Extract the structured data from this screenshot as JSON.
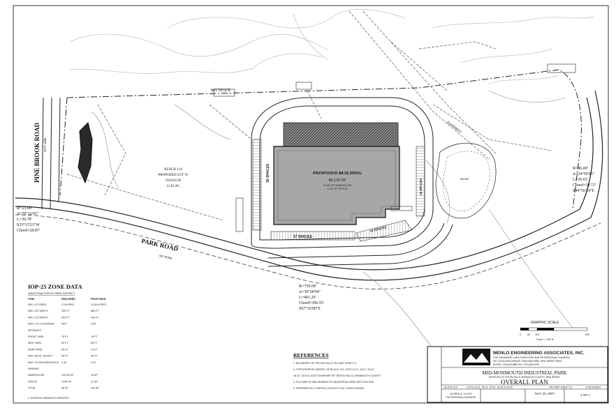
{
  "site": {
    "pine_brook_road": "PINE BROOK ROAD",
    "pine_brook_row": "33 ft. wide",
    "park_road": "PARK ROAD",
    "park_road_row": "60' ROW",
    "north_bearing": "N01°20'13\"E",
    "block_lot": "BLOCK 114",
    "proposed_lot": "PROPOSED LOT 'A'",
    "lot_area_sf": "559,016 SF",
    "lot_area_ac": "12.83 AC",
    "building_title": "PROPOSED BUILDING",
    "building_area": "80,150 SF",
    "building_sub1": "75,000 SF WAREHOUSE",
    "building_sub2": "5,150 SF OFFICE",
    "spaces_top": "39 SPACES",
    "spaces_bottom": "37 SPACES",
    "spaces_right": "15 SPACES",
    "spaces_diag": "18 SPACES",
    "basin_label": "BASIN",
    "easement_label": "EASEMENT"
  },
  "curve_left": {
    "r": "R=23.00'",
    "d": "Δ=70°32'43\"",
    "l": "L=30.78'",
    "bearing": "S33°13'23\"W",
    "chord": "Chord=28.87'"
  },
  "curve_right": {
    "r": "R=96.00'",
    "d": "Δ=24°50'45\"",
    "l": "L=39.63'",
    "chord": "Chord=38.72'",
    "bearing": "S44°56'24\"E"
  },
  "curve_bottom": {
    "r": "R=750.00'",
    "d": "Δ=30°28'04\"",
    "l": "L=401.20'",
    "chord": "Chord=396.55'",
    "bearing": "S67°16'00\"E"
  },
  "zone_table": {
    "title": "IOP-25 ZONE DATA",
    "subtitle": "INDUSTRIAL/OFFICE PARK DISTRICT",
    "headers": [
      "ITEM",
      "REQUIRED",
      "PROPOSED"
    ],
    "rows": [
      [
        "MIN. LOT AREA",
        "2.5 ACRES",
        "12.83 ACRES"
      ],
      [
        "MIN. LOT WIDTH",
        "250 FT",
        "680 FT"
      ],
      [
        "MIN. LOT DEPTH",
        "300 FT",
        "430 FT"
      ],
      [
        "MAX. LOT COVERAGE",
        "40%",
        "14%"
      ],
      [
        "SETBACKS",
        "",
        ""
      ],
      [
        "FRONT YARD",
        "75 FT",
        "76 FT"
      ],
      [
        "SIDE YARD",
        "50 FT",
        "60 FT"
      ],
      [
        "REAR YARD",
        "50 FT",
        "73 FT"
      ],
      [
        "MAX. BLDG. HEIGHT",
        "50 FT",
        "40 FT"
      ],
      [
        "MAX. FLOOR AREA RATIO",
        "0.40",
        "0.14"
      ],
      [
        "PARKING",
        "",
        ""
      ],
      [
        "WAREHOUSE",
        "1/5,000 SF",
        "15 SP"
      ],
      [
        "OFFICE",
        "1/250 SF",
        "21 SP"
      ],
      [
        "TOTAL",
        "36 SP",
        "109 SP"
      ]
    ],
    "note": "1. EXISTING VARIANCE GRANTED."
  },
  "references": {
    "title": "REFERENCES",
    "lines": [
      "1. BOUNDARY OF TINTON FALLS TAX MAP SHEET 11.",
      "2. TOPOGRAPHIC SURVEY OF BLOCK 114, LOTS 11.01, 15.01, 15.02,",
      "16.03, 16.04 & 16.05 TOWNSHIP OF TINTON FALLS, MONMOUTH COUNTY",
      "3. FILE MAP OF MID-MONMOUTH INDUSTRIAL PARK SECTION ONE",
      "4. PREPARED BY CONTROL LAYOUTS, INC. DATED 04/2006"
    ]
  },
  "scale": {
    "title": "GRAPHIC SCALE",
    "ticks": [
      "0",
      "50",
      "100",
      "200"
    ],
    "unit": "1 inch = 100 ft."
  },
  "title_block": {
    "firm": "MENLO ENGINEERING ASSOCIATES, INC.",
    "firm_sub1": "CIVIL ENGINEERS, LAND SURVEYORS AND PROFESSIONAL PLANNERS",
    "firm_sub2": "261 CLEVELAND AVENUE, HIGHLAND PARK, NEW JERSEY 08904",
    "firm_phone": "PHONE: (732) 846-8585    FAX: (732) 846-9439",
    "project": "MID-MONMOUTH INDUSTRIAL PARK",
    "project_sub": "BOROUGH OF TINTON FALLS, MONMOUTH COUNTY, NEW JERSEY",
    "sheet_title": "OVERALL PLAN",
    "block_line": "BLOCK 114",
    "lots_line": "LOTS 14.01, 15.01, 15.02, 16.03 & 16.05",
    "tax_map": "TAX MAP SHEET 11",
    "acres": "12.83 ACRES",
    "date": "MAY 23, 2007",
    "engineer": "ALFRED A. CLOCK",
    "engineer_title": "PROFESSIONAL ENGINEER",
    "sheet_no": "1 OF 1"
  }
}
